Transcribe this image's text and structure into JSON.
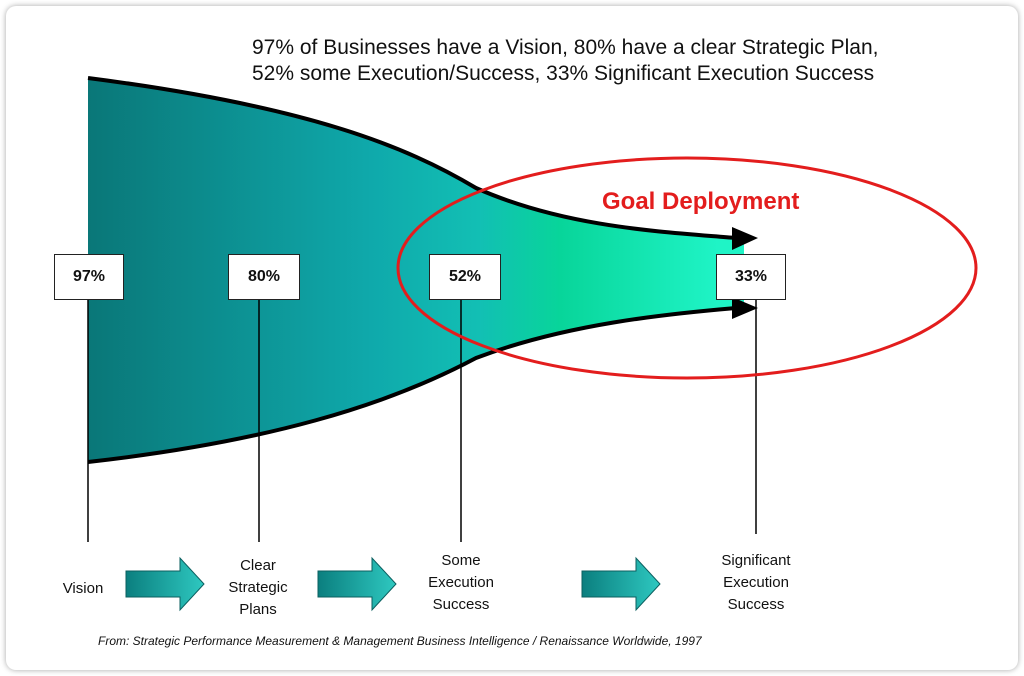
{
  "title": {
    "line1": "97% of Businesses have a Vision, 80% have a clear Strategic Plan,",
    "line2": "52% some Execution/Success, 33% Significant Execution Success"
  },
  "goal_label": "Goal Deployment",
  "percentages": [
    "97%",
    "80%",
    "52%",
    "33%"
  ],
  "stages": [
    {
      "lines": [
        "Vision"
      ]
    },
    {
      "lines": [
        "Clear",
        "Strategic",
        "Plans"
      ]
    },
    {
      "lines": [
        "Some",
        "Execution",
        "Success"
      ]
    },
    {
      "lines": [
        "Significant",
        "Execution",
        "Success"
      ]
    }
  ],
  "source": "From: Strategic Performance Measurement & Management Business Intelligence / Renaissance Worldwide, 1997",
  "colors": {
    "funnel_dark": "#0a7d7c",
    "funnel_light": "#10f0b8",
    "goal_red": "#e31d1d",
    "arrow_teal": "#1fb1ad"
  }
}
